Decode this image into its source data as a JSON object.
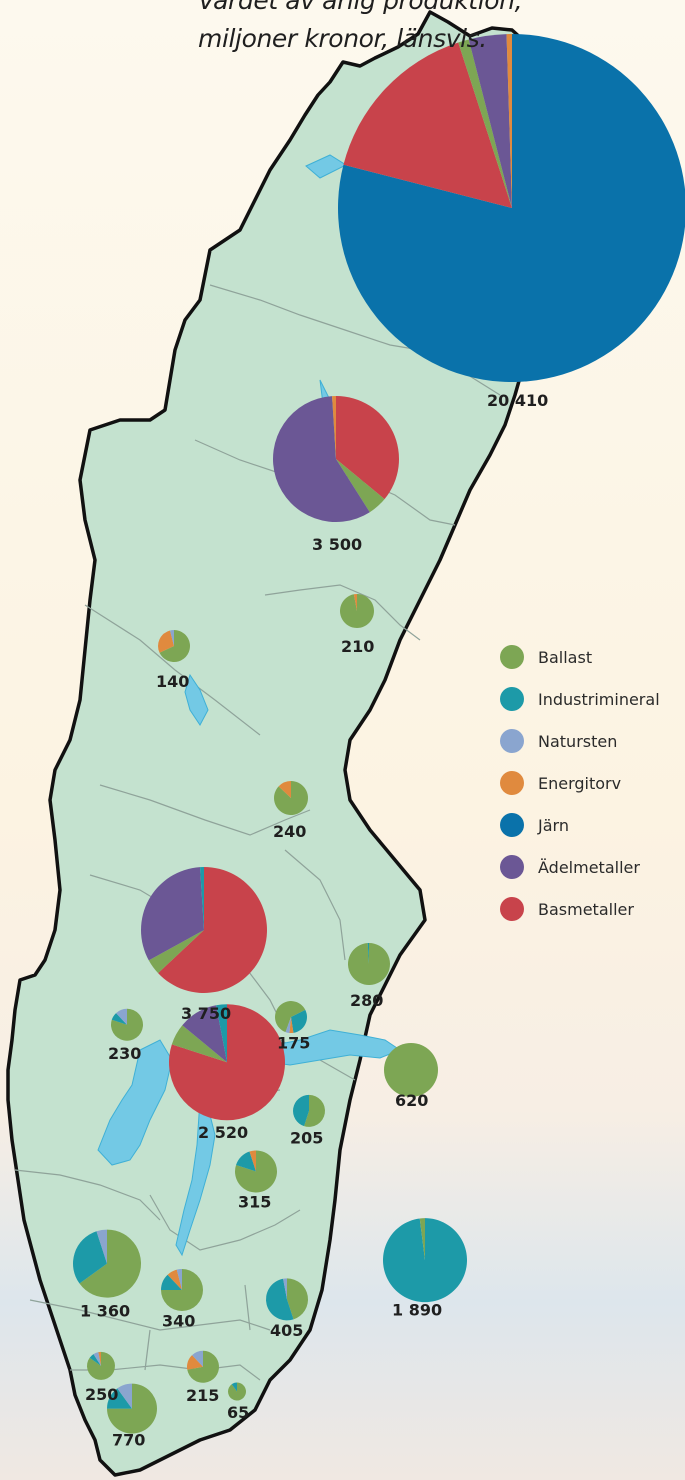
{
  "title": {
    "line1": "Värdet av årlig produktion,",
    "line2": "miljoner kronor, länsvis."
  },
  "colors": {
    "Ballast": "#7da654",
    "Industrimineral": "#1d9aa8",
    "Natursten": "#8aa5cf",
    "Energitorv": "#e08a3e",
    "Järn": "#0a72aa",
    "Ädelmetaller": "#6b5795",
    "Basmetaller": "#c8434b"
  },
  "legend": [
    "Ballast",
    "Industrimineral",
    "Natursten",
    "Energitorv",
    "Järn",
    "Ädelmetaller",
    "Basmetaller"
  ],
  "chart_data": {
    "type": "pie",
    "units": "miljoner kronor",
    "categories": [
      "Ballast",
      "Industrimineral",
      "Natursten",
      "Energitorv",
      "Järn",
      "Ädelmetaller",
      "Basmetaller"
    ],
    "pies": [
      {
        "label": "20 410",
        "total": 20410,
        "shares": {
          "Järn": 0.79,
          "Basmetaller": 0.16,
          "Ballast": 0.01,
          "Ädelmetaller": 0.035,
          "Energitorv": 0.005
        }
      },
      {
        "label": "3 500",
        "total": 3500,
        "shares": {
          "Basmetaller": 0.36,
          "Ballast": 0.05,
          "Ädelmetaller": 0.58,
          "Energitorv": 0.01
        }
      },
      {
        "label": "210",
        "total": 210,
        "shares": {
          "Ballast": 0.97,
          "Energitorv": 0.03
        }
      },
      {
        "label": "140",
        "total": 140,
        "shares": {
          "Ballast": 0.68,
          "Energitorv": 0.28,
          "Natursten": 0.04
        }
      },
      {
        "label": "240",
        "total": 240,
        "shares": {
          "Ballast": 0.87,
          "Energitorv": 0.13
        }
      },
      {
        "label": "3 750",
        "total": 3750,
        "shares": {
          "Basmetaller": 0.63,
          "Ballast": 0.04,
          "Ädelmetaller": 0.32,
          "Industrimineral": 0.01
        }
      },
      {
        "label": "280",
        "total": 280,
        "shares": {
          "Ballast": 0.99,
          "Industrimineral": 0.01
        }
      },
      {
        "label": "175",
        "total": 175,
        "shares": {
          "Ballast": 0.62,
          "Industrimineral": 0.3,
          "Energitorv": 0.04,
          "Natursten": 0.04
        }
      },
      {
        "label": "230",
        "total": 230,
        "shares": {
          "Ballast": 0.8,
          "Industrimineral": 0.08,
          "Natursten": 0.12
        }
      },
      {
        "label": "2 520",
        "total": 2520,
        "shares": {
          "Basmetaller": 0.8,
          "Ballast": 0.06,
          "Ädelmetaller": 0.11,
          "Industrimineral": 0.03
        }
      },
      {
        "label": "620",
        "total": 620,
        "shares": {
          "Ballast": 1.0
        }
      },
      {
        "label": "205",
        "total": 205,
        "shares": {
          "Ballast": 0.55,
          "Industrimineral": 0.45
        }
      },
      {
        "label": "315",
        "total": 315,
        "shares": {
          "Ballast": 0.8,
          "Industrimineral": 0.15,
          "Energitorv": 0.05
        }
      },
      {
        "label": "1 360",
        "total": 1360,
        "shares": {
          "Ballast": 0.65,
          "Industrimineral": 0.3,
          "Natursten": 0.05
        }
      },
      {
        "label": "1 890",
        "total": 1890,
        "shares": {
          "Industrimineral": 0.98,
          "Ballast": 0.02
        }
      },
      {
        "label": "340",
        "total": 340,
        "shares": {
          "Ballast": 0.75,
          "Industrimineral": 0.13,
          "Energitorv": 0.08,
          "Natursten": 0.04
        }
      },
      {
        "label": "405",
        "total": 405,
        "shares": {
          "Ballast": 0.45,
          "Industrimineral": 0.52,
          "Natursten": 0.03
        }
      },
      {
        "label": "250",
        "total": 250,
        "shares": {
          "Ballast": 0.85,
          "Industrimineral": 0.06,
          "Natursten": 0.06,
          "Energitorv": 0.03
        }
      },
      {
        "label": "215",
        "total": 215,
        "shares": {
          "Ballast": 0.72,
          "Energitorv": 0.16,
          "Natursten": 0.12
        }
      },
      {
        "label": "65",
        "total": 65,
        "shares": {
          "Ballast": 0.9,
          "Industrimineral": 0.1
        }
      },
      {
        "label": "770",
        "total": 770,
        "shares": {
          "Ballast": 0.75,
          "Industrimineral": 0.15,
          "Natursten": 0.1
        }
      }
    ]
  }
}
